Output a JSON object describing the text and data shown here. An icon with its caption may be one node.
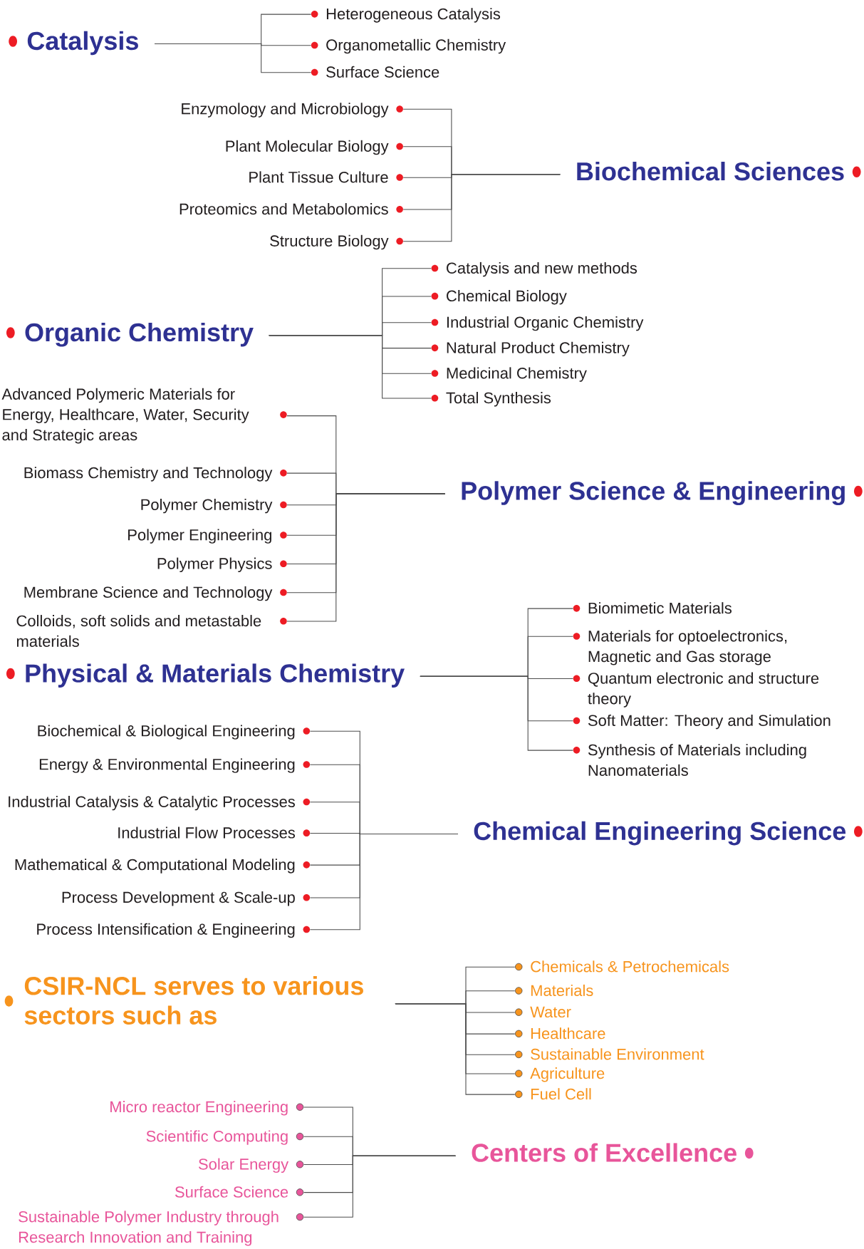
{
  "diagram": {
    "nodes": [
      {
        "text": [
          "Catalysis"
        ]
      },
      {
        "text": [
          "Heterogeneous Catalysis"
        ]
      },
      {
        "text": [
          "Organometallic Chemistry"
        ]
      },
      {
        "text": [
          "Surface Science"
        ]
      },
      {
        "text": [
          "Biochemical Sciences"
        ]
      },
      {
        "text": [
          "Enzymology and Microbiology"
        ]
      },
      {
        "text": [
          "Plant Molecular Biology"
        ]
      },
      {
        "text": [
          "Plant Tissue Culture"
        ]
      },
      {
        "text": [
          "Proteomics and Metabolomics"
        ]
      },
      {
        "text": [
          "Structure Biology"
        ]
      },
      {
        "text": [
          "Organic Chemistry"
        ]
      },
      {
        "text": [
          "Catalysis and new methods"
        ]
      },
      {
        "text": [
          "Chemical Biology"
        ]
      },
      {
        "text": [
          "Industrial Organic Chemistry"
        ]
      },
      {
        "text": [
          "Natural Product Chemistry"
        ]
      },
      {
        "text": [
          "Medicinal Chemistry"
        ]
      },
      {
        "text": [
          "Total Synthesis"
        ]
      },
      {
        "text": [
          "Polymer Science & Engineering"
        ]
      },
      {
        "text": [
          "Advanced Polymeric Materials for Energy, Healthcare, Water, Security and Strategic areas"
        ]
      },
      {
        "text": [
          "Biomass Chemistry and Technology"
        ]
      },
      {
        "text": [
          "Polymer Chemistry"
        ]
      },
      {
        "text": [
          "Polymer Engineering"
        ]
      },
      {
        "text": [
          "Polymer Physics"
        ]
      },
      {
        "text": [
          "Membrane Science and Technology"
        ]
      },
      {
        "text": [
          "Colloids, soft solids and metastable materials"
        ]
      },
      {
        "text": [
          "Physical & Materials Chemistry"
        ]
      },
      {
        "text": [
          "Biomimetic Materials"
        ]
      },
      {
        "text": [
          "Materials for optoelectronics, Magnetic and Gas storage"
        ]
      },
      {
        "text": [
          "Quantum electronic and structure theory"
        ]
      },
      {
        "text": [
          "Soft Matter: Theory and Simulation"
        ]
      },
      {
        "text": [
          "Synthesis of Materials including Nanomaterials"
        ]
      },
      {
        "text": [
          "Chemical Engineering Science"
        ]
      },
      {
        "text": [
          "Biochemical & Biological Engineering"
        ]
      },
      {
        "text": [
          "Energy & Environmental Engineering"
        ]
      },
      {
        "text": [
          "Industrial Catalysis & Catalytic Processes"
        ]
      },
      {
        "text": [
          "Industrial Flow Processes"
        ]
      },
      {
        "text": [
          "Mathematical & Computational Modeling"
        ]
      },
      {
        "text": [
          "Process Development & Scale-up"
        ]
      },
      {
        "text": [
          "Process Intensification & Engineering"
        ]
      },
      {
        "text": [
          "CSIR-NCL serves to various sectors such as"
        ]
      },
      {
        "text": [
          "Chemicals & Petrochemicals"
        ]
      },
      {
        "text": [
          "Materials"
        ]
      },
      {
        "text": [
          "Water"
        ]
      },
      {
        "text": [
          "Healthcare"
        ]
      },
      {
        "text": [
          "Sustainable Environment"
        ]
      },
      {
        "text": [
          "Agriculture"
        ]
      },
      {
        "text": [
          "Fuel Cell"
        ]
      },
      {
        "text": [
          "Centers of Excellence"
        ]
      },
      {
        "text": [
          "Micro reactor Engineering"
        ]
      },
      {
        "text": [
          "Scientific Computing"
        ]
      },
      {
        "text": [
          "Solar Energy"
        ]
      },
      {
        "text": [
          "Surface Science"
        ]
      },
      {
        "text": [
          "Sustainable Polymer Industry through Research Innovation and Training"
        ]
      }
    ],
    "edges": [
      {
        "from": 0,
        "to": 1,
        "arrow": "none"
      },
      {
        "from": 0,
        "to": 2,
        "arrow": "none"
      },
      {
        "from": 0,
        "to": 3,
        "arrow": "none"
      },
      {
        "from": 4,
        "to": 5,
        "arrow": "none"
      },
      {
        "from": 4,
        "to": 6,
        "arrow": "none"
      },
      {
        "from": 4,
        "to": 7,
        "arrow": "none"
      },
      {
        "from": 4,
        "to": 8,
        "arrow": "none"
      },
      {
        "from": 4,
        "to": 9,
        "arrow": "none"
      },
      {
        "from": 10,
        "to": 11,
        "arrow": "none"
      },
      {
        "from": 10,
        "to": 12,
        "arrow": "none"
      },
      {
        "from": 10,
        "to": 13,
        "arrow": "none"
      },
      {
        "from": 10,
        "to": 14,
        "arrow": "none"
      },
      {
        "from": 10,
        "to": 15,
        "arrow": "none"
      },
      {
        "from": 10,
        "to": 16,
        "arrow": "none"
      },
      {
        "from": 17,
        "to": 18,
        "arrow": "none"
      },
      {
        "from": 17,
        "to": 19,
        "arrow": "none"
      },
      {
        "from": 17,
        "to": 20,
        "arrow": "none"
      },
      {
        "from": 17,
        "to": 21,
        "arrow": "none"
      },
      {
        "from": 17,
        "to": 22,
        "arrow": "none"
      },
      {
        "from": 17,
        "to": 23,
        "arrow": "none"
      },
      {
        "from": 17,
        "to": 24,
        "arrow": "none"
      },
      {
        "from": 25,
        "to": 26,
        "arrow": "none"
      },
      {
        "from": 25,
        "to": 27,
        "arrow": "none"
      },
      {
        "from": 25,
        "to": 28,
        "arrow": "none"
      },
      {
        "from": 25,
        "to": 29,
        "arrow": "none"
      },
      {
        "from": 25,
        "to": 30,
        "arrow": "none"
      },
      {
        "from": 31,
        "to": 32,
        "arrow": "none"
      },
      {
        "from": 31,
        "to": 33,
        "arrow": "none"
      },
      {
        "from": 31,
        "to": 34,
        "arrow": "none"
      },
      {
        "from": 31,
        "to": 35,
        "arrow": "none"
      },
      {
        "from": 31,
        "to": 36,
        "arrow": "none"
      },
      {
        "from": 31,
        "to": 37,
        "arrow": "none"
      },
      {
        "from": 31,
        "to": 38,
        "arrow": "none"
      },
      {
        "from": 39,
        "to": 40,
        "arrow": "none"
      },
      {
        "from": 39,
        "to": 41,
        "arrow": "none"
      },
      {
        "from": 39,
        "to": 42,
        "arrow": "none"
      },
      {
        "from": 39,
        "to": 43,
        "arrow": "none"
      },
      {
        "from": 39,
        "to": 44,
        "arrow": "none"
      },
      {
        "from": 39,
        "to": 45,
        "arrow": "none"
      },
      {
        "from": 39,
        "to": 46,
        "arrow": "none"
      },
      {
        "from": 47,
        "to": 48,
        "arrow": "none"
      },
      {
        "from": 47,
        "to": 49,
        "arrow": "none"
      },
      {
        "from": 47,
        "to": 50,
        "arrow": "none"
      },
      {
        "from": 47,
        "to": 51,
        "arrow": "none"
      },
      {
        "from": 47,
        "to": 52,
        "arrow": "none"
      }
    ]
  }
}
